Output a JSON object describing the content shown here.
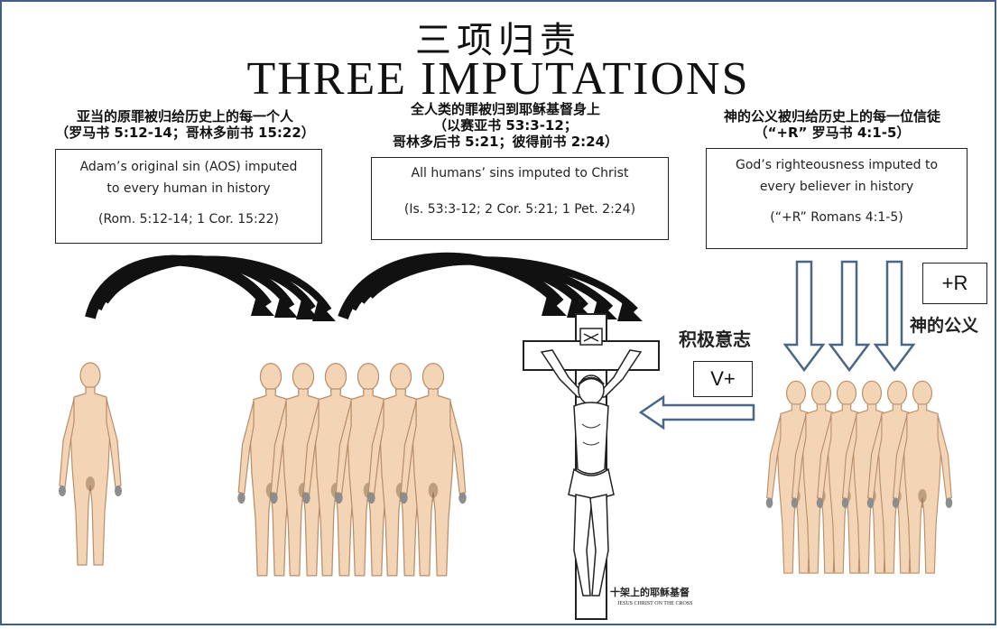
{
  "title": {
    "chinese": "三项归责",
    "english": "THREE IMPUTATIONS"
  },
  "columns": [
    {
      "heading_line1": "亚当的原罪被归给历史上的每一个人",
      "heading_line2": "（罗马书 5:12-14；哥林多前书 15:22）",
      "box_line1": "Adam’s original sin (AOS) imputed",
      "box_line2": "to every human in history",
      "box_ref": "(Rom. 5:12-14;  1 Cor. 15:22)"
    },
    {
      "heading_line1": "全人类的罪被归到耶稣基督身上",
      "heading_line2": "（以赛亚书 53:3-12；",
      "heading_line3": "哥林多后书 5:21；彼得前书 2:24）",
      "box_line1": "All humans’ sins imputed to Christ",
      "box_ref": "(Is. 53:3-12;  2 Cor. 5:21;  1 Pet. 2:24)"
    },
    {
      "heading_line1": "神的公义被归给历史上的每一位信徒",
      "heading_line2": "（“+R” 罗马书 4:1-5）",
      "box_line1": "God’s righteousness imputed to",
      "box_line2": "every believer in history",
      "box_ref": "(“+R” Romans 4:1-5)"
    }
  ],
  "labels": {
    "positive_volition_cn": "积极意志",
    "v_plus": "V+",
    "plus_r": "+R",
    "gods_righteousness_cn": "神的公义",
    "cross_caption_cn": "十架上的耶稣基督",
    "cross_caption_en": "JESUS CHRIST ON THE CROSS"
  },
  "colors": {
    "frame": "#3f5f86",
    "skin": "#f3d4b4",
    "skin_outline": "#b98f6c",
    "arrow_fill": "#111111",
    "down_arrow_stroke": "#4a6787"
  }
}
